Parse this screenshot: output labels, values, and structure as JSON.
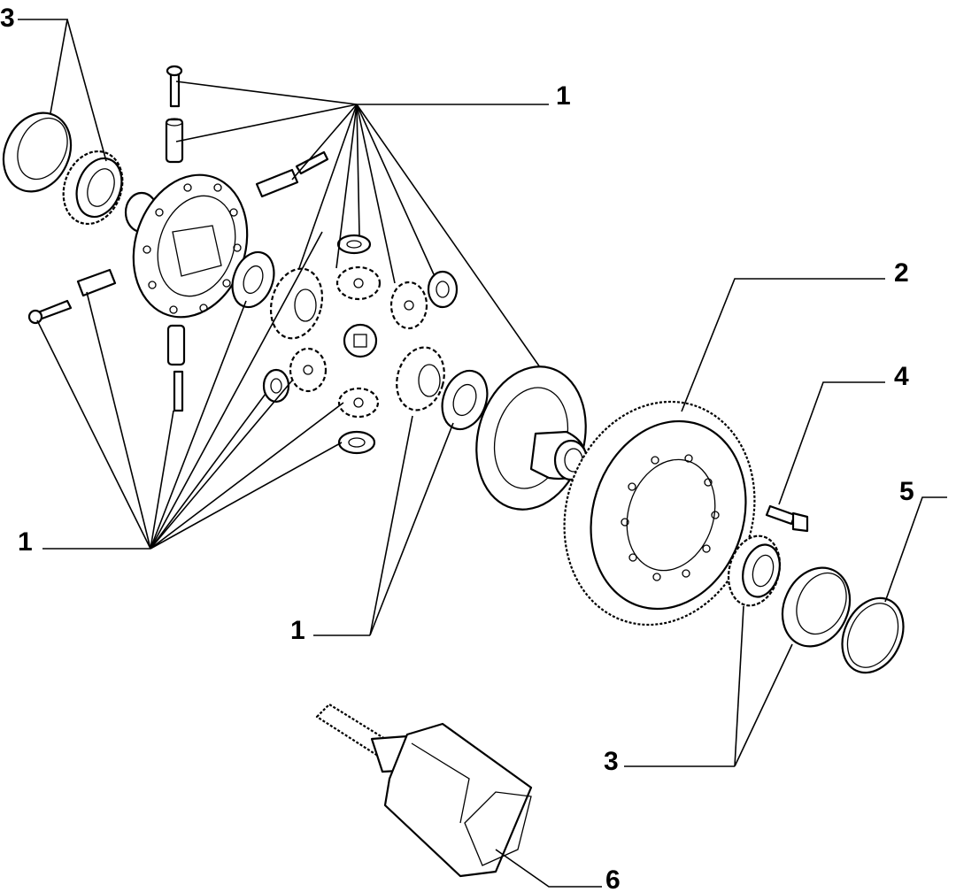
{
  "callouts": {
    "c3_top": "3",
    "c1_top": "1",
    "c2": "2",
    "c4": "4",
    "c5": "5",
    "c1_left": "1",
    "c1_bottom": "1",
    "c3_bottom": "3",
    "c6": "6"
  }
}
